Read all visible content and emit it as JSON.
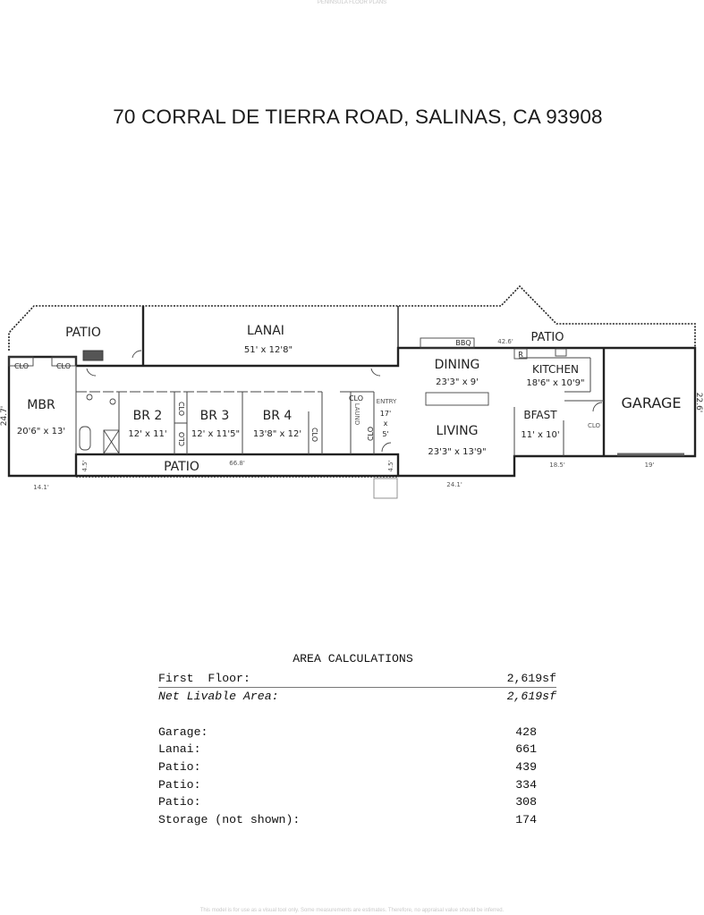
{
  "header": {
    "center": "PENINSULA FLOOR PLANS"
  },
  "title": "70 CORRAL DE TIERRA ROAD, SALINAS, CA  93908",
  "plan": {
    "rooms": {
      "patio_left": {
        "name": "PATIO"
      },
      "lanai": {
        "name": "LANAI",
        "dims": "51' x 12'8\""
      },
      "mbr": {
        "name": "MBR",
        "dims": "20'6\" x 13'"
      },
      "br2": {
        "name": "BR 2",
        "dims": "12' x 11'"
      },
      "br3": {
        "name": "BR 3",
        "dims": "12' x 11'5\""
      },
      "br4": {
        "name": "BR 4",
        "dims": "13'8\" x 12'"
      },
      "entry": {
        "name": "ENTRY",
        "dims_a": "17'",
        "dims_x": "x",
        "dims_b": "5'"
      },
      "patio_bottom": {
        "name": "PATIO"
      },
      "dining": {
        "name": "DINING",
        "dims": "23'3\" x 9'"
      },
      "living": {
        "name": "LIVING",
        "dims": "23'3\" x 13'9\""
      },
      "kitchen": {
        "name": "KITCHEN",
        "dims": "18'6\" x 10'9\""
      },
      "bfast": {
        "name": "BFAST",
        "dims": "11' x 10'"
      },
      "garage": {
        "name": "GARAGE"
      },
      "patio_right": {
        "name": "PATIO"
      }
    },
    "labels": {
      "clo": "CLO",
      "laund": "LAUND",
      "bbq": "BBQ",
      "refrigerator": "R"
    },
    "measurements": {
      "patio_right_len": "42.6'",
      "patio_bottom_len": "66.8'",
      "patio_depth": "4.5'",
      "mbr_width": "14.1'",
      "living_width": "24.1'",
      "bfast_width": "18.5'",
      "garage_width": "19'",
      "left_depth": "24.7'",
      "right_depth": "22.6'"
    }
  },
  "area_calculations": {
    "title": "AREA CALCULATIONS",
    "first_floor": {
      "label": "First  Floor:",
      "value": "2,619sf"
    },
    "net_livable": {
      "label": "Net Livable Area:",
      "value": "2,619sf"
    },
    "items": [
      {
        "label": "Garage:",
        "value": "428"
      },
      {
        "label": "Lanai:",
        "value": "661"
      },
      {
        "label": "Patio:",
        "value": "439"
      },
      {
        "label": "Patio:",
        "value": "334"
      },
      {
        "label": "Patio:",
        "value": "308"
      },
      {
        "label": "Storage (not shown):",
        "value": "174"
      }
    ]
  },
  "footer": "This model is for use as a visual tool only.  Some measurements are estimates.  Therefore, no appraisal value should be inferred."
}
